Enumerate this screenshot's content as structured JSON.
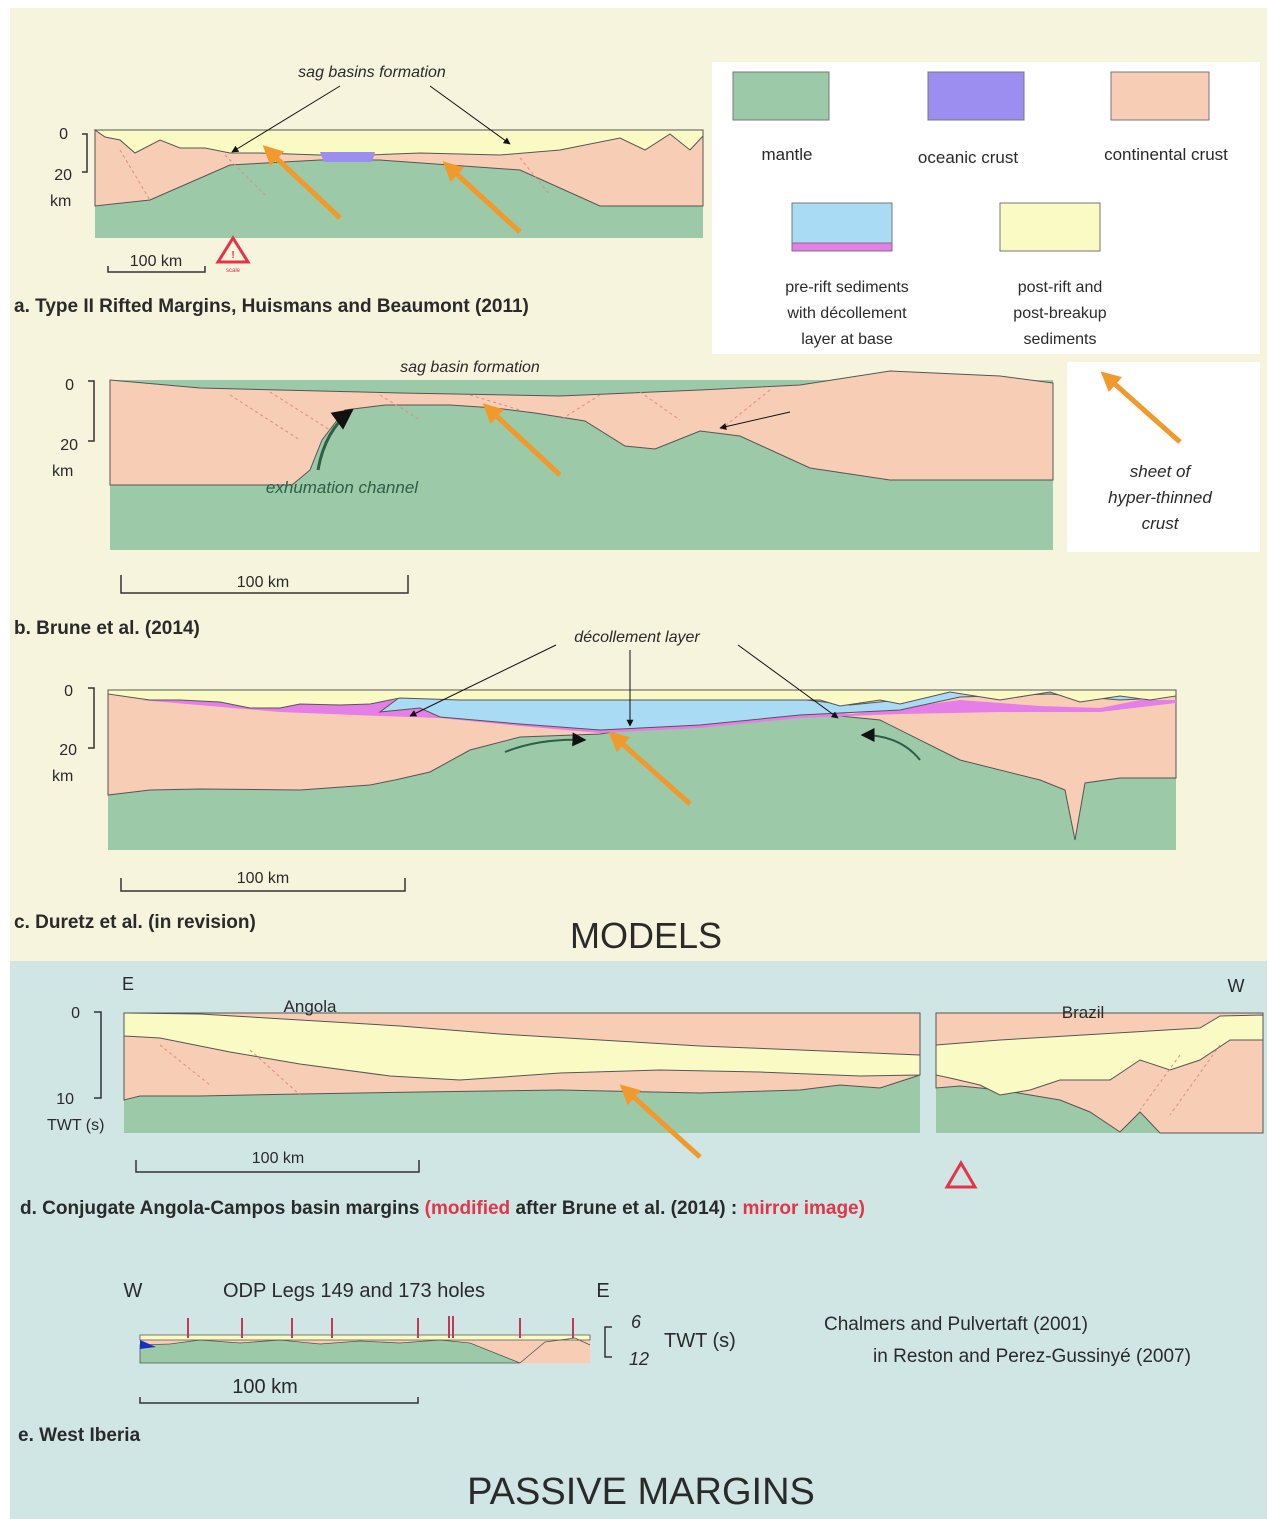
{
  "colors": {
    "mantle": "#9cc9a8",
    "oceanic_crust": "#9b8ef0",
    "continental_crust": "#f7cdb5",
    "pre_rift": "#a9dcf4",
    "decollement": "#e57ee6",
    "post_rift": "#fafac4",
    "arrow": "#f09a2e",
    "models_bg": "#f6f4dc",
    "margins_bg": "#d0e6e4",
    "red_text": "#e3354a"
  },
  "icons": {
    "warning": "warning-triangle-icon",
    "arrow": "orange-arrow-icon"
  },
  "legend": {
    "mantle": "mantle",
    "oceanic_crust": "oceanic crust",
    "continental_crust": "continental crust",
    "pre_rift": [
      "pre-rift sediments",
      "with décollement",
      "layer at base"
    ],
    "post_rift": [
      "post-rift and",
      "post-breakup",
      "sediments"
    ],
    "sheet": [
      "sheet of",
      "hyper-thinned",
      "crust"
    ]
  },
  "panel_a": {
    "title": "a. Type II Rifted Margins, Huismans and Beaumont (2011)",
    "annotation": "sag basins formation",
    "depth_0": "0",
    "depth_20": "20",
    "depth_unit": "km",
    "scale": "100 km",
    "warning_label": "scale"
  },
  "panel_b": {
    "title": "b. Brune et al. (2014)",
    "annotation": "sag basin formation",
    "channel": "exhumation channel",
    "depth_0": "0",
    "depth_20": "20",
    "depth_unit": "km",
    "scale": "100 km"
  },
  "panel_c": {
    "title": "c. Duretz et al. (in revision)",
    "annotation": "décollement layer",
    "depth_0": "0",
    "depth_20": "20",
    "depth_unit": "km",
    "scale": "100 km"
  },
  "models_heading": "MODELS",
  "panel_d": {
    "east": "E",
    "west": "W",
    "angola": "Angola",
    "brazil": "Brazil",
    "depth_0": "0",
    "depth_10": "10",
    "depth_unit": "TWT (s)",
    "scale": "100 km",
    "title_part1": "d. Conjugate Angola-Campos basin margins ",
    "title_part2": "(modified",
    "title_part3": " after Brune et al. (2014) : ",
    "title_part4": "mirror image)"
  },
  "panel_e": {
    "west": "W",
    "east": "E",
    "odp": "ODP Legs 149 and 173 holes",
    "twt_top": "6",
    "twt_bottom": "12",
    "twt_unit": "TWT (s)",
    "ref1": "Chalmers and Pulvertaft  (2001)",
    "ref2": "in Reston and Perez-Gussinyé  (2007)",
    "scale": "100 km",
    "title": "e. West Iberia"
  },
  "margins_heading": "PASSIVE MARGINS"
}
